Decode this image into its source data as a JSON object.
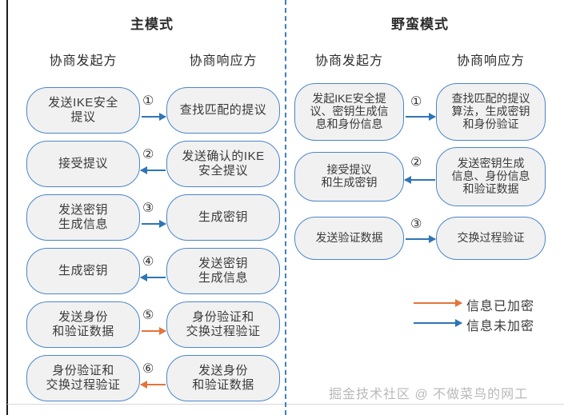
{
  "colors": {
    "box_fill": "#f1f1f1",
    "box_border": "#4a86c8",
    "arrow_blue": "#2f75b5",
    "arrow_orange": "#e2753a",
    "divider_blue": "#3f7fc1",
    "text": "#3a3a3a",
    "watermark": "#b9b9b9"
  },
  "panels": [
    {
      "title": "主模式",
      "initiator_label": "协商发起方",
      "responder_label": "协商响应方",
      "steps": [
        {
          "number": "①",
          "direction": "right",
          "encrypted": false,
          "initiator": "发送IKE安全\n提议",
          "responder": "查找匹配的提议"
        },
        {
          "number": "②",
          "direction": "left",
          "encrypted": false,
          "initiator": "接受提议",
          "responder": "发送确认的IKE\n安全提议"
        },
        {
          "number": "③",
          "direction": "right",
          "encrypted": false,
          "initiator": "发送密钥\n生成信息",
          "responder": "生成密钥"
        },
        {
          "number": "④",
          "direction": "left",
          "encrypted": false,
          "initiator": "生成密钥",
          "responder": "发送密钥\n生成信息"
        },
        {
          "number": "⑤",
          "direction": "right",
          "encrypted": true,
          "initiator": "发送身份\n和验证数据",
          "responder": "身份验证和\n交换过程验证"
        },
        {
          "number": "⑥",
          "direction": "left",
          "encrypted": true,
          "initiator": "身份验证和\n交换过程验证",
          "responder": "发送身份\n和验证数据"
        }
      ]
    },
    {
      "title": "野蛮模式",
      "initiator_label": "协商发起方",
      "responder_label": "协商响应方",
      "steps": [
        {
          "number": "①",
          "direction": "right",
          "encrypted": false,
          "initiator": "发起IKE安全提\n议、密钥生成信\n息和身份信息",
          "responder": "查找匹配的提议\n算法，生成密钥\n和身份验证"
        },
        {
          "number": "②",
          "direction": "left",
          "encrypted": false,
          "initiator": "接受提议\n和生成密钥",
          "responder": "发送密钥生成\n信息、身份信息\n和验证数据"
        },
        {
          "number": "③",
          "direction": "right",
          "encrypted": false,
          "initiator": "发送验证数据",
          "responder": "交换过程验证"
        }
      ]
    }
  ],
  "legend": {
    "items": [
      {
        "label": "信息已加密",
        "color": "#e2753a"
      },
      {
        "label": "信息未加密",
        "color": "#2f75b5"
      }
    ]
  },
  "watermark": "掘金技术社区 @ 不做菜鸟的网工"
}
